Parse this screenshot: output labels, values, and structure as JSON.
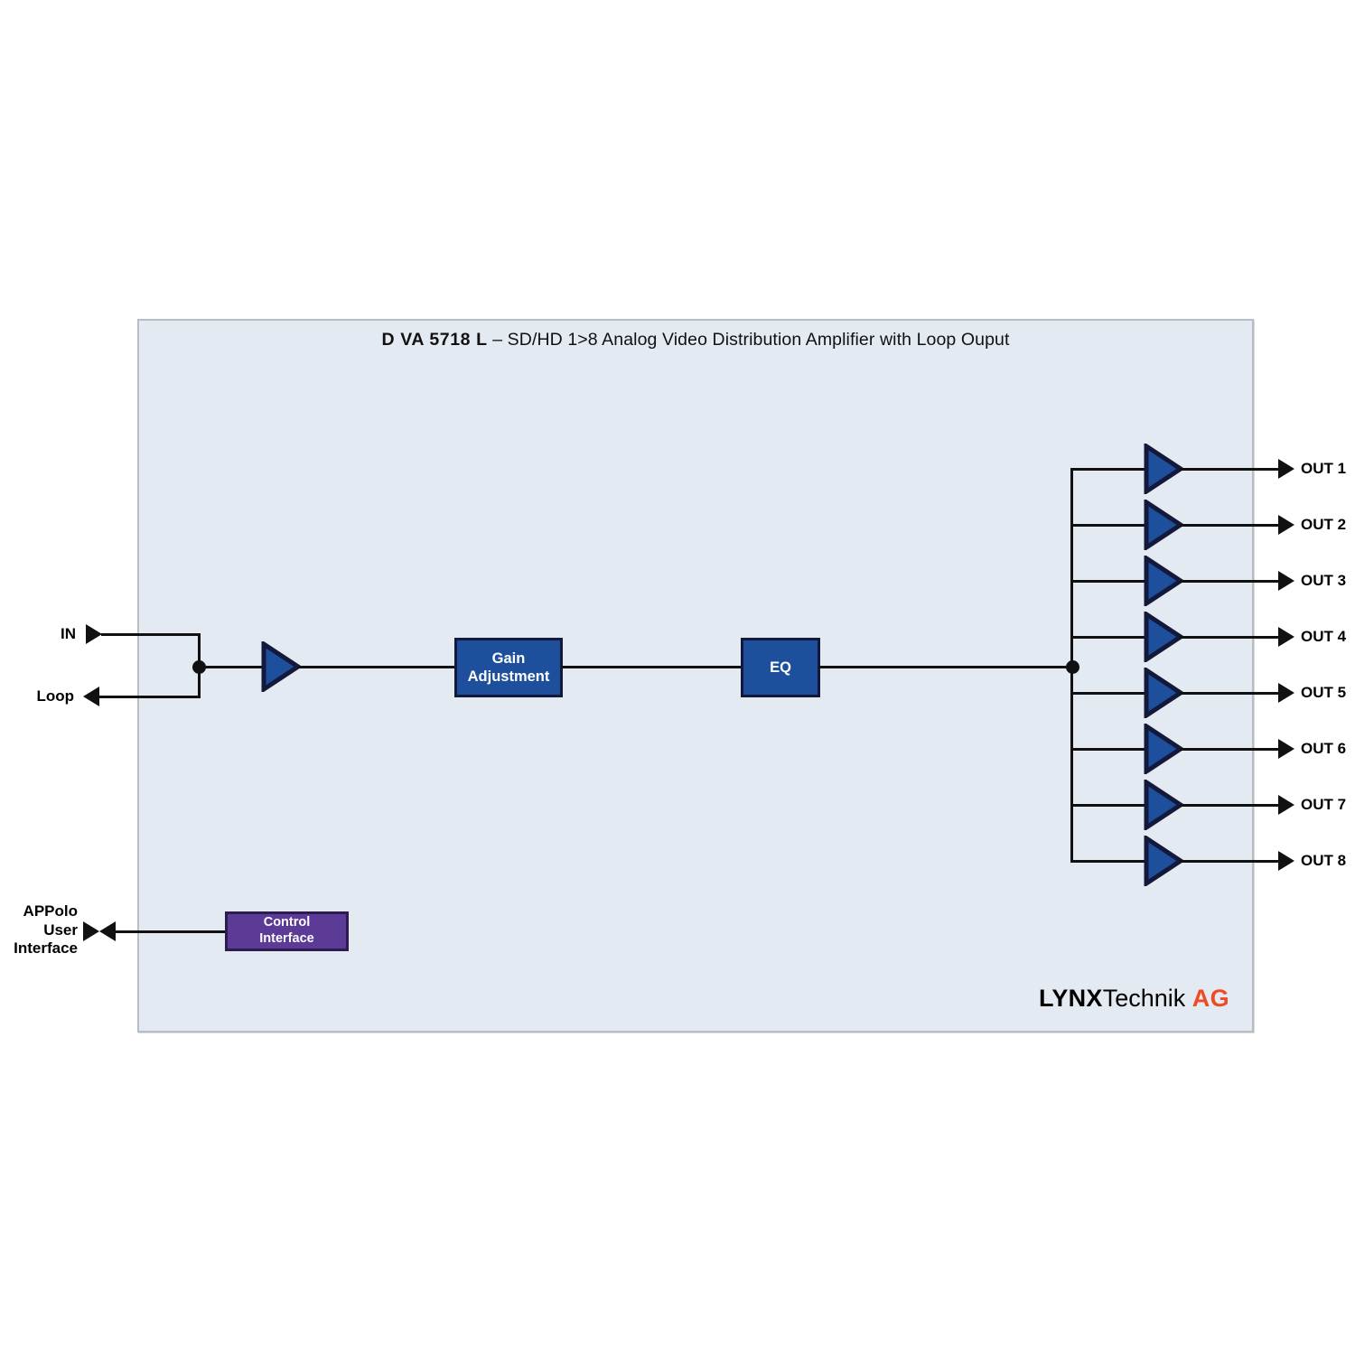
{
  "diagram": {
    "title": {
      "model": "D VA 5718 L",
      "description": "– SD/HD 1>8 Analog Video Distribution Amplifier with Loop Ouput"
    },
    "logo": {
      "lynx": "LYNX",
      "technik": "Technik",
      "ag": "AG"
    },
    "colors": {
      "panel_background": "#e4eaf2",
      "panel_border": "#b8bcc4",
      "block_blue": "#1d4f9c",
      "block_blue_border": "#12193a",
      "block_purple": "#5c3b96",
      "block_purple_border": "#2e1b52",
      "line": "#111111",
      "logo_accent": "#f04a23"
    },
    "inputs": [
      {
        "id": "in",
        "label": "IN",
        "direction": "in"
      },
      {
        "id": "loop",
        "label": "Loop",
        "direction": "out"
      }
    ],
    "control_port": {
      "label": "APPolo\nUser\nInterface",
      "lines": [
        "APPolo",
        "User",
        "Interface"
      ],
      "direction": "bidirectional"
    },
    "blocks": [
      {
        "id": "gain",
        "lines": [
          "Gain",
          "Adjustment"
        ],
        "color": "blue"
      },
      {
        "id": "eq",
        "lines": [
          "EQ"
        ],
        "color": "blue"
      },
      {
        "id": "control-interface",
        "lines": [
          "Control",
          "Interface"
        ],
        "color": "purple"
      }
    ],
    "amplifiers": {
      "input_amp_label": "input-amplifier",
      "output_amp_label": "output-amplifier"
    },
    "outputs": [
      {
        "id": "out1",
        "label": "OUT 1"
      },
      {
        "id": "out2",
        "label": "OUT 2"
      },
      {
        "id": "out3",
        "label": "OUT 3"
      },
      {
        "id": "out4",
        "label": "OUT 4"
      },
      {
        "id": "out5",
        "label": "OUT 5"
      },
      {
        "id": "out6",
        "label": "OUT 6"
      },
      {
        "id": "out7",
        "label": "OUT 7"
      },
      {
        "id": "out8",
        "label": "OUT 8"
      }
    ]
  }
}
